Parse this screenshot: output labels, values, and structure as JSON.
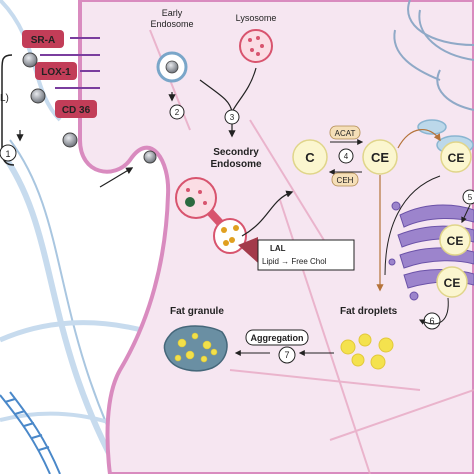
{
  "receptors": [
    "SR-A",
    "LOX-1",
    "CD 36"
  ],
  "left_edge_label": "L)",
  "early_endosome": "Early\nEndosome",
  "lysosome": "Lysosome",
  "secondary_endosome": "Secondry\nEndosome",
  "lal_box": {
    "title": "LAL",
    "text": "Lipid → Free Chol"
  },
  "cholesterol": {
    "c": "C",
    "ce": "CE",
    "acat": "ACAT",
    "ceh": "CEH"
  },
  "fat_droplets": "Fat droplets",
  "fat_granule": "Fat granule",
  "aggregation": "Aggregation",
  "ce_labels": [
    "CE",
    "CE",
    "CE"
  ],
  "steps": [
    "1",
    "2",
    "3",
    "4",
    "5",
    "6",
    "7"
  ],
  "colors": {
    "cell_fill": "#f6e6f1",
    "cell_border": "#d98bbf",
    "receptor_sra": "#c23d58",
    "receptor_lox": "#c23d58",
    "receptor_cd36": "#c23d58",
    "ldl_grey": "#8a8f96",
    "fiber_blue": "#bcd3e8",
    "ce_fill": "#fbf6cf",
    "golgi": "#8a6fc4",
    "er_blue": "#9ec6e0",
    "arrow_brown": "#b5733a",
    "lal_green": "#3d8a3d"
  }
}
